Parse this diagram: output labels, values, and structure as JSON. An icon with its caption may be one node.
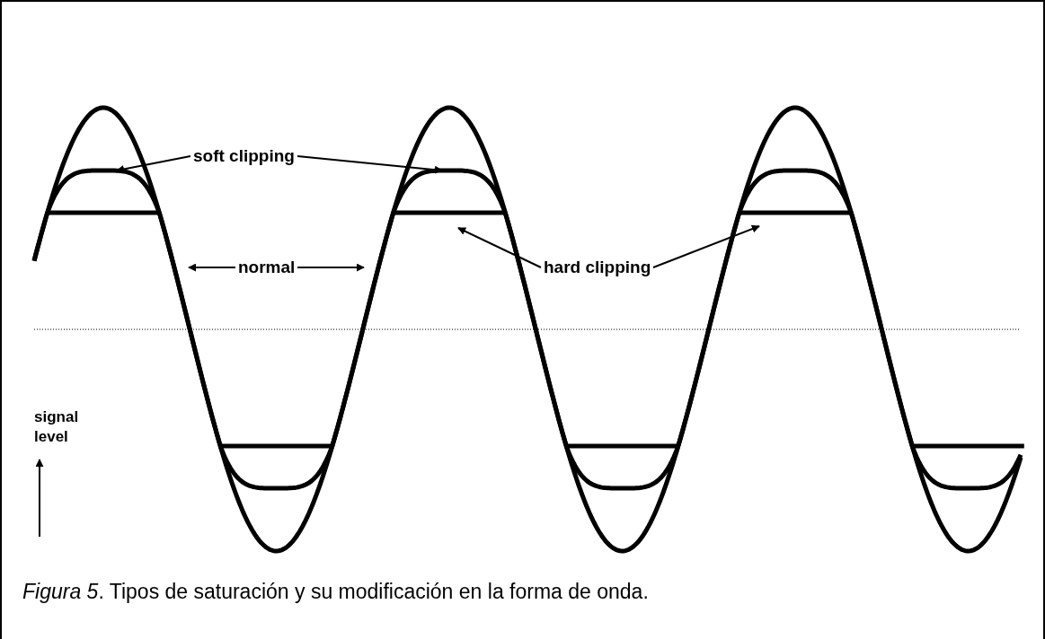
{
  "diagram": {
    "caption": "*Figura 5*. Tipos de saturación y su modificación en la forma de onda.",
    "nodes": [
      {
        "text": [
          "soft clipping"
        ]
      },
      {
        "text": [
          "normal"
        ]
      },
      {
        "text": [
          "hard clipping"
        ]
      }
    ],
    "edges": [
      {
        "from": 0,
        "to": null,
        "arrow": "to"
      },
      {
        "from": 0,
        "to": null,
        "arrow": "to"
      },
      {
        "from": 1,
        "to": null,
        "arrow": "to"
      },
      {
        "from": 1,
        "to": null,
        "arrow": "to"
      },
      {
        "from": 2,
        "to": null,
        "arrow": "to"
      },
      {
        "from": 2,
        "to": null,
        "arrow": "to"
      }
    ],
    "labels": [
      "signal level"
    ]
  }
}
